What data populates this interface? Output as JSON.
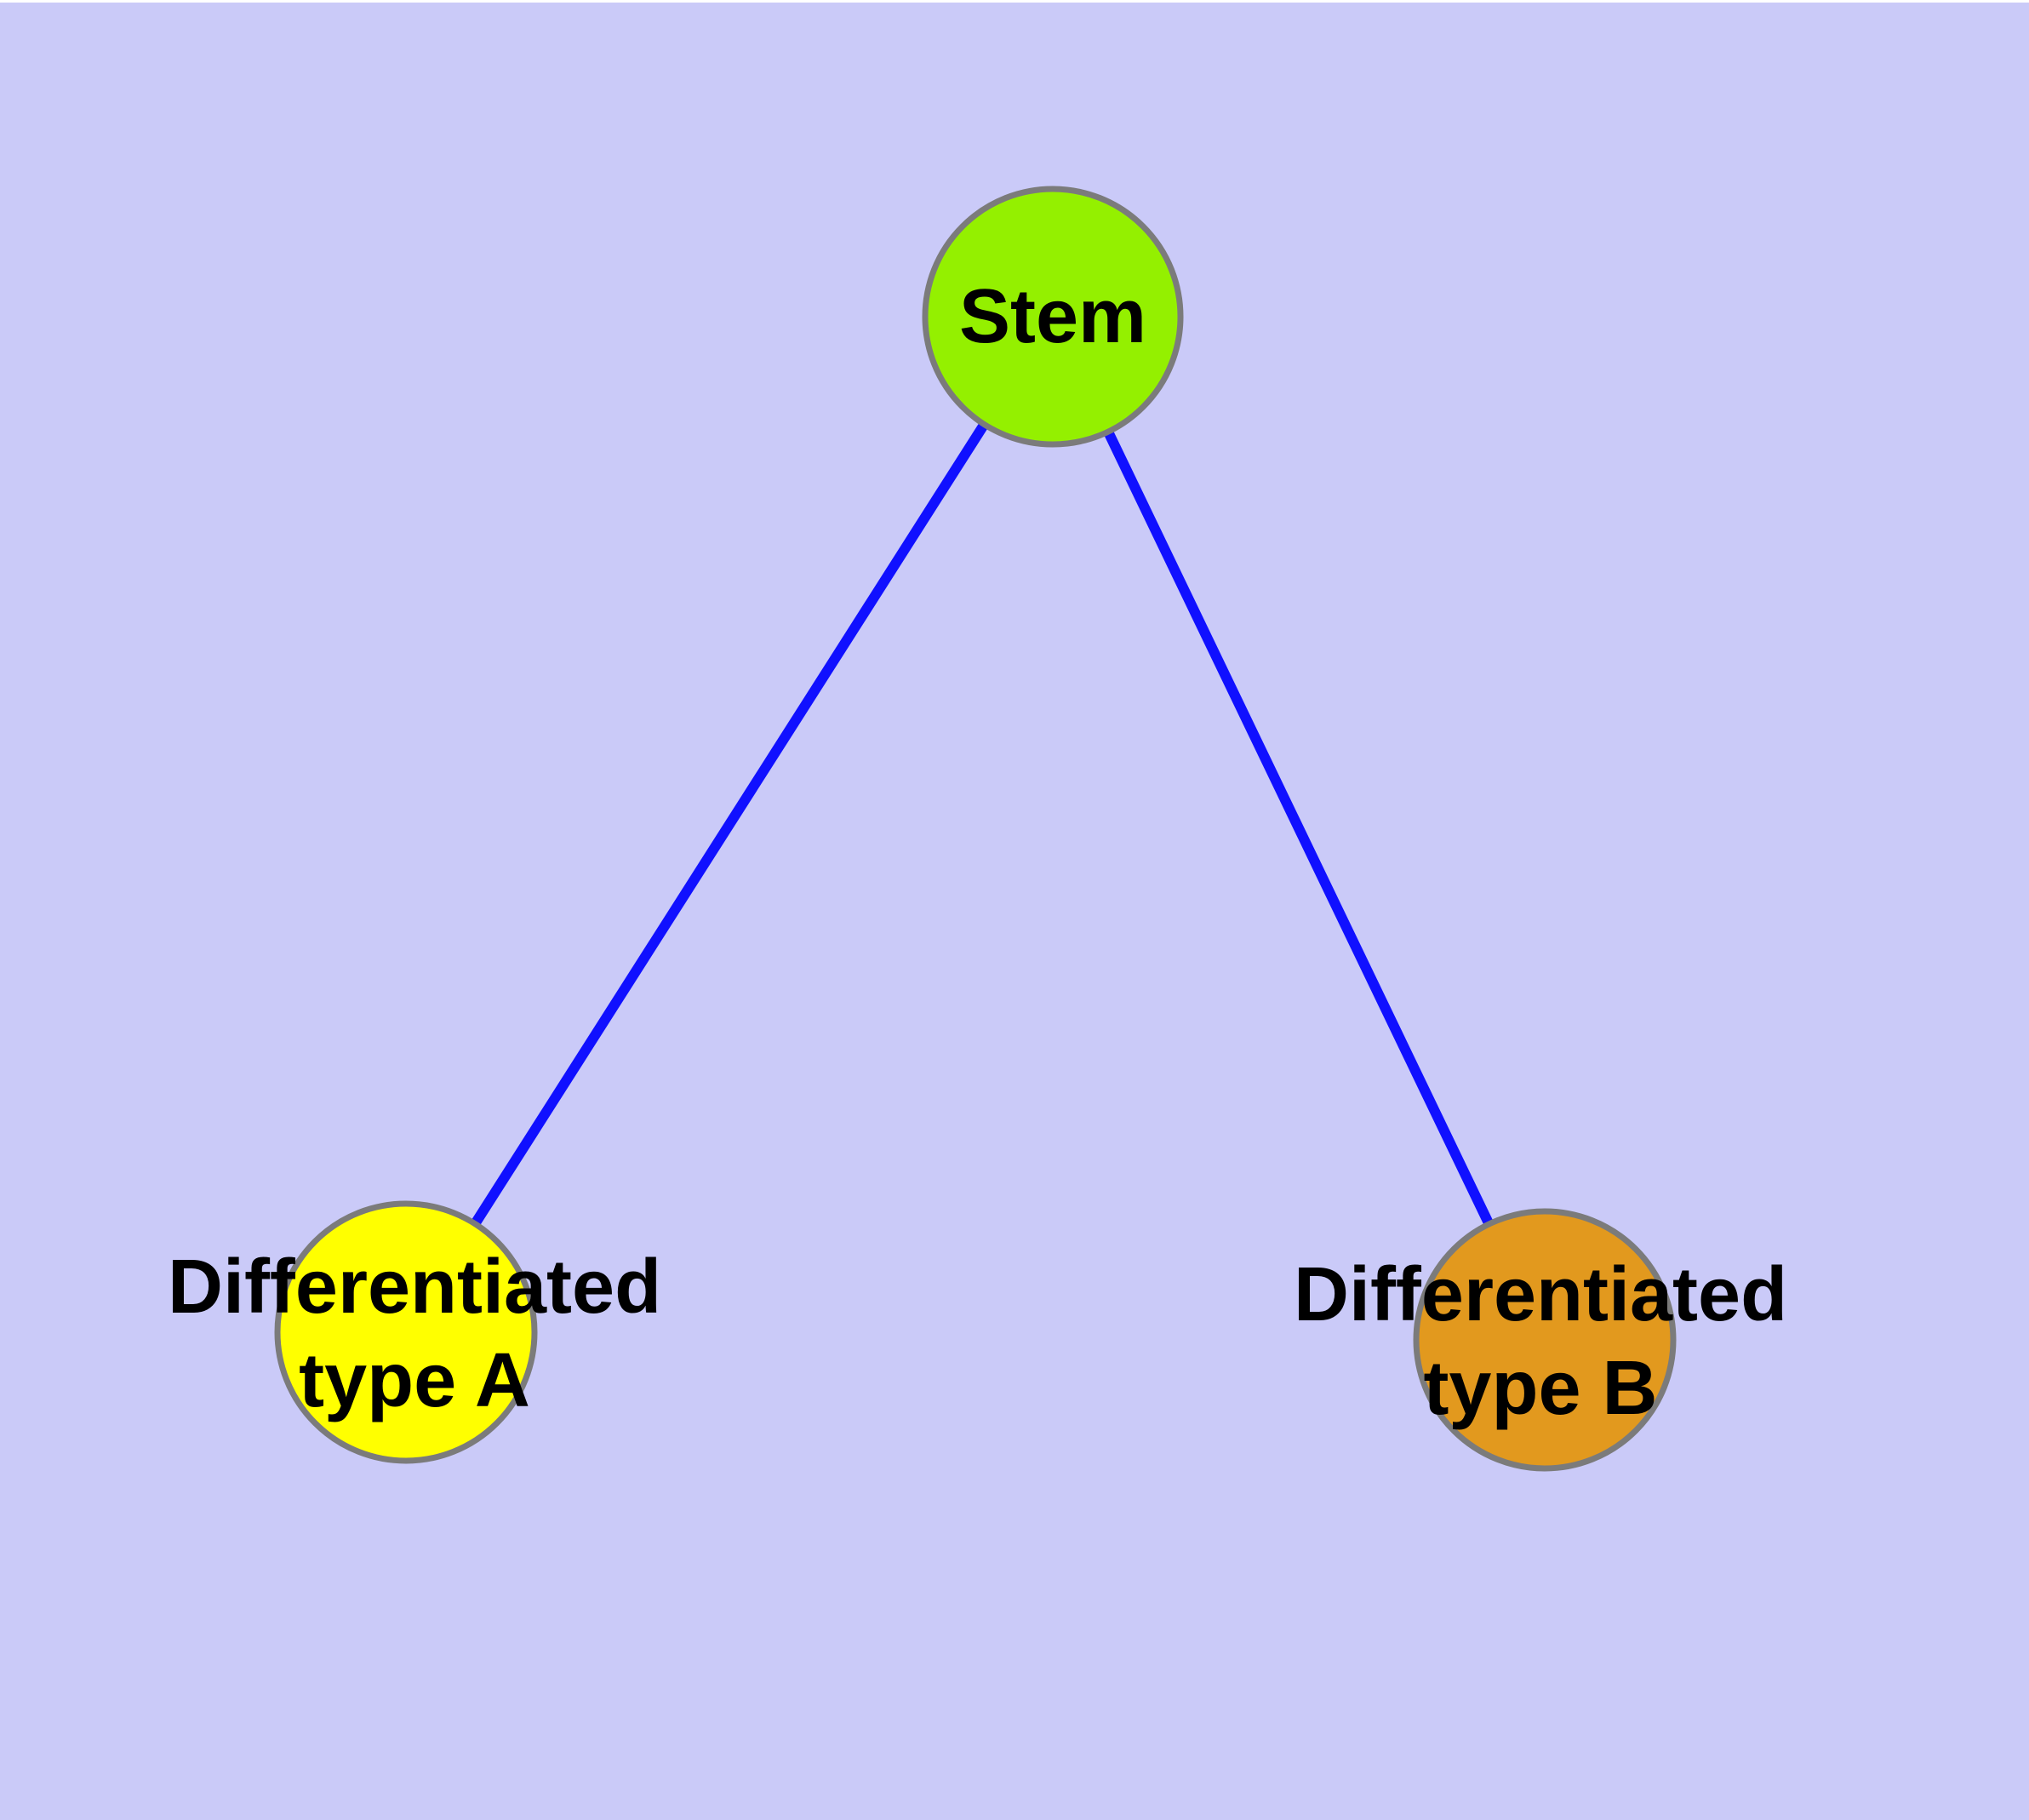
{
  "diagram": {
    "background_color": "#CACAF8",
    "top_margin_color": "#FFFFFF",
    "edge_color": "#1010FF",
    "node_border_color": "#7B7B7B",
    "text_color": "#000000",
    "nodes": [
      {
        "id": "stem",
        "label": "Stem",
        "fill": "#94F000"
      },
      {
        "id": "differentiated-type-a",
        "label": "Differentiated\ntype A",
        "fill": "#FFFF00"
      },
      {
        "id": "differentiated-type-b",
        "label": "Differentiated\ntype B",
        "fill": "#E2991E"
      }
    ],
    "edges": [
      {
        "from": "Stem",
        "to": "Differentiated type A"
      },
      {
        "from": "Stem",
        "to": "Differentiated type B"
      }
    ]
  }
}
